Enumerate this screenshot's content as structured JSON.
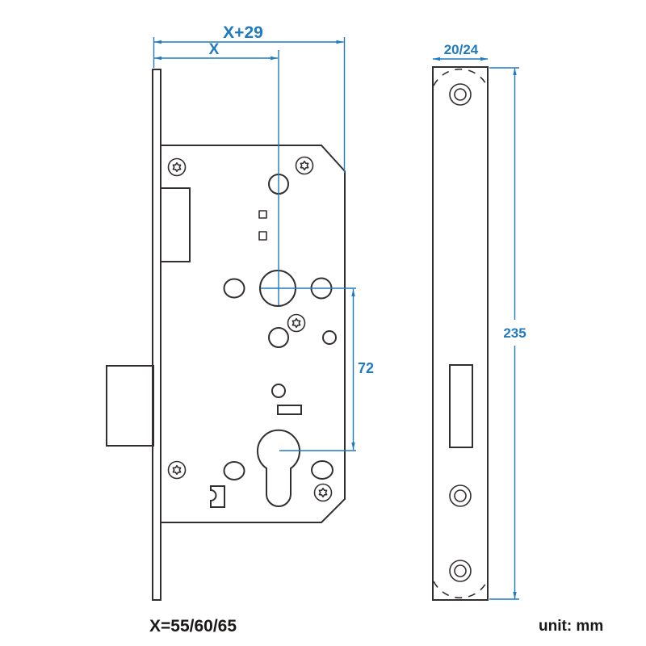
{
  "drawing": {
    "left_view": {
      "dim_width_total": "X+29",
      "dim_backset": "X",
      "dim_centers": "72"
    },
    "right_view": {
      "dim_forend_width": "20/24",
      "dim_forend_height": "235"
    },
    "footer": {
      "backset_values": "X=55/60/65",
      "unit_note": "unit: mm"
    }
  },
  "colors": {
    "dim": "#1f7ac0",
    "line": "#332f2e",
    "text": "#1a1717",
    "bg": "#ffffff"
  }
}
